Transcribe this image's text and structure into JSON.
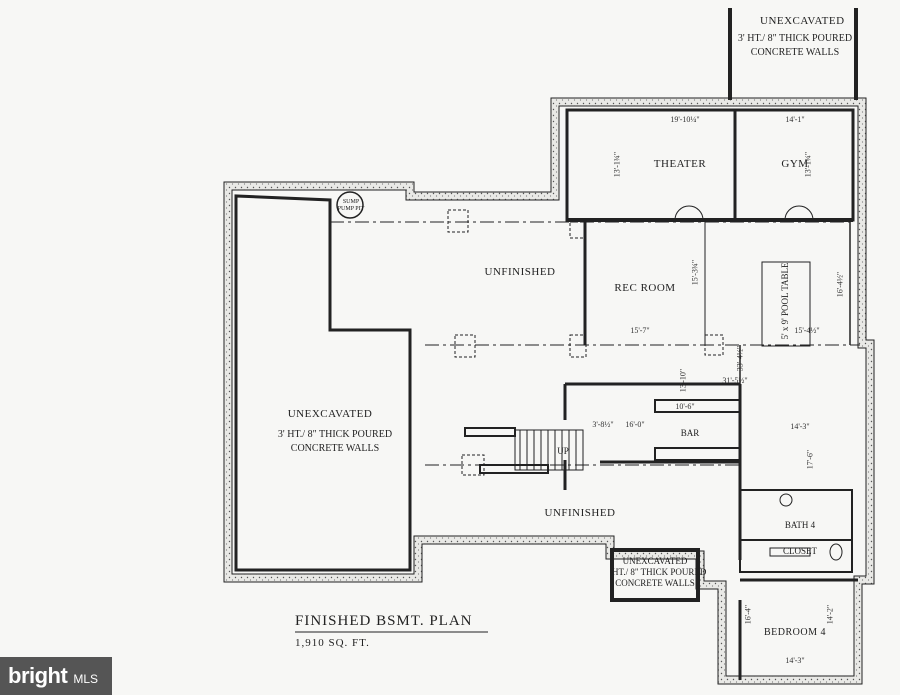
{
  "rooms": {
    "unexcavated_top": {
      "name": "UNEXCAVATED",
      "note1": "3' HT./ 8\" THICK POURED",
      "note2": "CONCRETE WALLS"
    },
    "unexcavated_left": {
      "name": "UNEXCAVATED",
      "note1": "3' HT./ 8\" THICK POURED",
      "note2": "CONCRETE WALLS"
    },
    "unexcavated_bottom": {
      "name": "UNEXCAVATED",
      "note1": "HT./ 8\" THICK POURED",
      "note2": "CONCRETE WALLS"
    },
    "theater": "THEATER",
    "gym": "GYM",
    "unfinished_top": "UNFINISHED",
    "unfinished_bottom": "UNFINISHED",
    "rec_room": "REC ROOM",
    "pool_table": "5' x 9' POOL TABLE",
    "bar": "BAR",
    "bath": "BATH 4",
    "closet": "CLOSET",
    "bedroom": "BEDROOM 4",
    "sump_pump": "SUMP PUMP PIT",
    "up": "UP"
  },
  "dimensions": {
    "theater_w": "19'-10¼\"",
    "theater_h": "13'-1¾\"",
    "gym_w": "14'-1\"",
    "gym_h": "13'-1¾\"",
    "rec_h": "15'-3¾\"",
    "rec_w": "15'-7\"",
    "pool_w": "15'-4½\"",
    "pool_h": "16'-4½\"",
    "d1": "13'-10\"",
    "d2": "31'-5½\"",
    "d3": "33'-4½\"",
    "d4": "3'-8½\"",
    "d5": "16'-0\"",
    "d6": "10'-6\"",
    "d7": "14'-3\"",
    "d8": "17'-6\"",
    "d9": "16'-4\"",
    "d10": "14'-3\"",
    "d11": "14'-2\""
  },
  "title": "FINISHED BSMT.  PLAN",
  "area": "1,910 SQ. FT.",
  "watermark": {
    "brand": "bright",
    "suffix": "MLS"
  }
}
